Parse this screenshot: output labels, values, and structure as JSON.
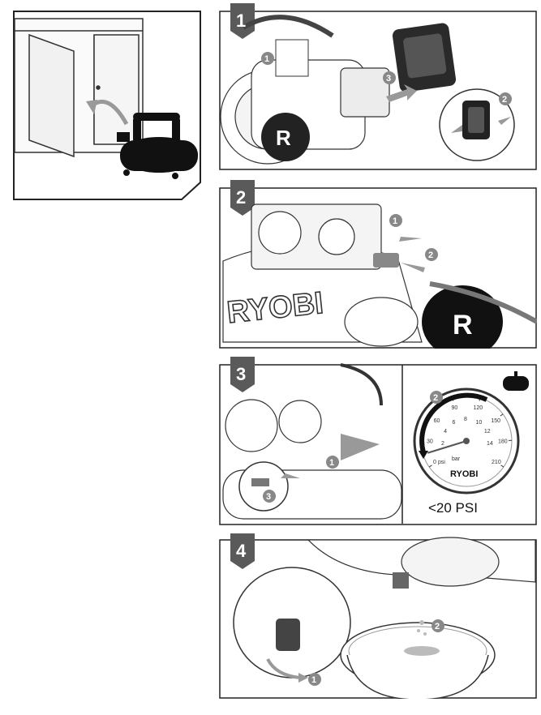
{
  "steps": [
    {
      "number": "1"
    },
    {
      "number": "2"
    },
    {
      "number": "3"
    },
    {
      "number": "4"
    }
  ],
  "callouts": {
    "step1": [
      "1",
      "2",
      "3"
    ],
    "step2": [
      "1",
      "2"
    ],
    "step3": [
      "1",
      "2",
      "3"
    ],
    "step4": [
      "1",
      "2"
    ]
  },
  "brand": "RYOBI",
  "gauge": {
    "psi_ticks": [
      "30",
      "60",
      "90",
      "120",
      "150",
      "180",
      "210"
    ],
    "bar_ticks": [
      "2",
      "4",
      "6",
      "8",
      "10",
      "12",
      "14"
    ],
    "zero": "0",
    "psi_unit": "psi",
    "bar_unit": "bar",
    "brand": "RYOBI",
    "needle_psi": 15
  },
  "pressure_note": "<20 PSI",
  "icons": [
    "tank-icon",
    "battery-icon",
    "arrow-icon"
  ],
  "colors": {
    "ink": "#1a1a1a",
    "grey": "#8c8c8c",
    "light": "#e6e6e6"
  }
}
